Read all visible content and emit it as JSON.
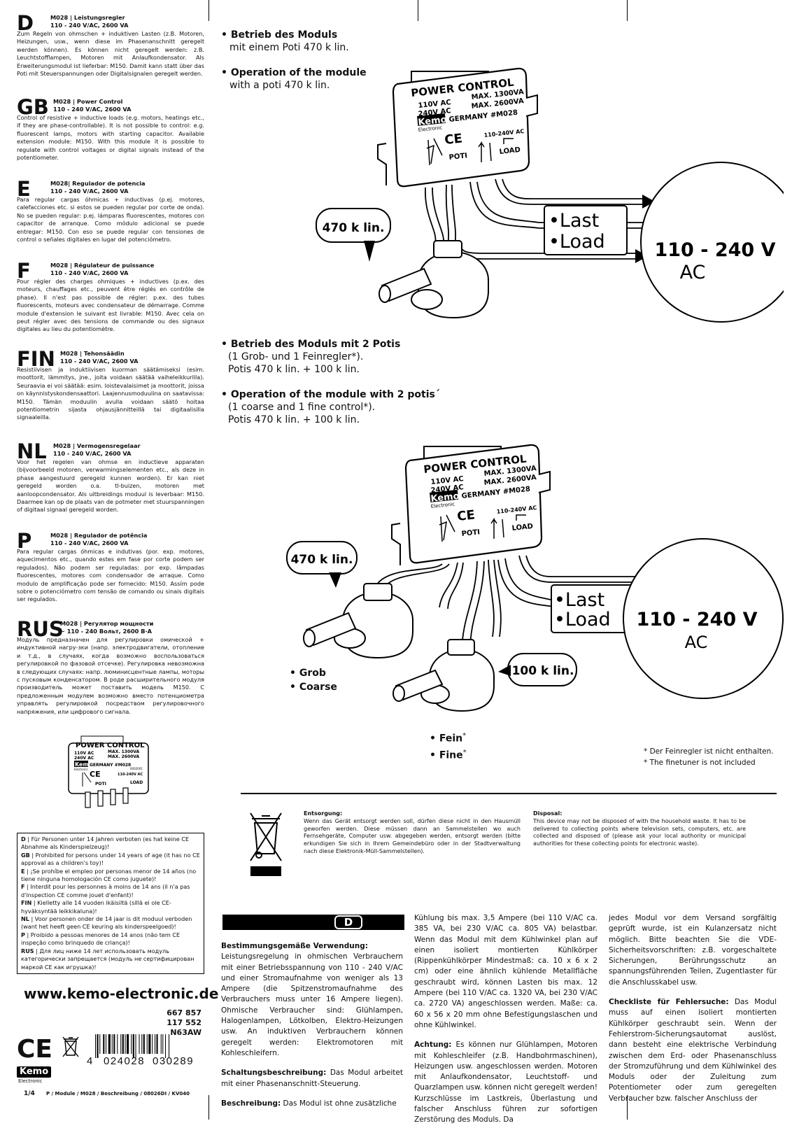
{
  "languages": [
    {
      "code": "D",
      "title": "M028 | Leistungsregler",
      "sub": "110 - 240 V/AC, 2600 VA",
      "text": "Zum Regeln von ohmschen + induktiven Lasten (z.B. Motoren, Heizungen, usw., wenn diese im Phasenanschnitt geregelt werden können). Es können nicht geregelt werden: z.B. Leuchtstofflampen, Motoren mit Anlaufkondensator. Als Erweiterungsmodul ist lieferbar: M150. Damit kann statt über das Poti mit Steuerspannungen oder Digitalsignalen geregelt werden."
    },
    {
      "code": "GB",
      "title": "M028 | Power Control",
      "sub": "110 - 240 V/AC, 2600 VA",
      "text": "Control of resistive + inductive loads (e.g. motors, heatings etc., if they are phase-controllable). It is not possible to control: e.g. fluorescent lamps, motors with starting capacitor. Available extension module: M150. With this module it is possible to regulate with control voltages or digital signals instead of the potentiometer."
    },
    {
      "code": "E",
      "title": "M028| Regulador de potencia",
      "sub": "110 - 240 V/AC, 2600 VA",
      "text": "Para regular cargas óhmicas + inductivas (p.ej. motores, calefacciones etc. si estos se pueden regular por corte de onda). No se pueden regular: p.ej. lámparas fluorescentes, motores con capacitor de arranque. Como módulo adicional se puede entregar: M150. Con eso se puede regular con tensiones de control o señales digitales en lugar del potenciómetro."
    },
    {
      "code": "F",
      "title": "M028 | Régulateur de puissance",
      "sub": "110 - 240 V/AC, 2600 VA",
      "text": "Pour régler des charges ohmiques + inductives (p.ex. des moteurs, chauffages etc., peuvent être réglés en contrôle de phase). Il n'est pas possible de régler: p.ex. des tubes fluorescents, moteurs avec condensateur de démarrage. Comme module d'extension le suivant est livrable: M150. Avec cela on peut régler avec des tensions de commande ou des signaux digitales au lieu du potentiomètre."
    },
    {
      "code": "FIN",
      "title": "M028 | Tehonsäädin",
      "sub": "110 - 240 V/AC, 2600 VA",
      "text": "Resistiivisen ja induktiivisen kuorman säätämiseksi (esim. moottorit, lämmitys, jne., joita voidaan säätää vaiheleikkurilla). Seuraavia ei voi säätää: esim. loistevalaisimet ja moottorit, joissa on käynnistyskondensaattori. Laajennusmoduulina on saatavissa: M150. Tämän moduulin avulla voidaan säätö hoitaa potentiometrin sijasta ohjausjännitteillä tai digitaalisilla signaaleilla."
    },
    {
      "code": "NL",
      "title": "M028 | Vermogensregelaar",
      "sub": "110 - 240 V/AC, 2600 VA",
      "text": "Voor het regelen van ohmse en inductieve apparaten (bijvoorbeeld motoren, verwarmingselementen etc., als deze in phase aangestuurd geregeld kunnen worden). Er kan niet geregeld worden o.a. tl-buizen, motoren met aanloopcondensator. Als uitbreidings moduul is leverbaar: M150. Daarmee kan op de plaats van de potmeter met stuurspanningen of digitaal signaal geregeld worden."
    },
    {
      "code": "P",
      "title": "M028 | Regulador de potência",
      "sub": "110 - 240 V/AC, 2600 VA",
      "text": "Para regular cargas óhmicas e indutivas (por. exp. motores, aquecimentos etc., quando estes em fase por corte podem ser regulados). Não podem ser reguladas: por exp. lâmpadas fluorescentes, motores com condensador de arraque. Como modulo de amplificação pode ser fornecido: M150. Assím pode sobre o potenciómetro com tensão de comando ou sinais digitais ser regulados."
    },
    {
      "code": "RUS",
      "title": "M028 | Регулятор мощности",
      "sub": "~ 110 - 240 Вольт, 2600 В·А",
      "text": "Модуль предназначен для регулировки омической + индуктивной нагру-зки (напр. электродвигатели, отопление и т.д., в случаях, когда возможно воспользоваться регулировкой по фазовой отсечке). Регулировка невозможна в следующих случаях: напр. люминисцентные лампы, моторы с пусковым конденсатором. В роде расширительного модуля производитель может поставить модель M150. С предложенным модулем возможно вместо потенциометра управлять регулировкой посредством регулировочного напряжения, или цифрового сигнала."
    }
  ],
  "warnings": [
    {
      "code": "D",
      "text": " | Für Personen unter 14 Jahren verboten (es hat keine CE Abnahme als Kinderspielzeug)!"
    },
    {
      "code": "GB",
      "text": " | Prohibited for persons under 14 years of age (it has no CE approval as a children's toy)!"
    },
    {
      "code": "E",
      "text": " | ¡Se prohíbe el empleo por personas menor de 14 años (no tiene ninguna homologación CE como juguete)!"
    },
    {
      "code": "F",
      "text": " | Interdit pour les personnes à moins de 14 ans (il n'a pas d'inspection CE comme jouet d'enfant)!"
    },
    {
      "code": "FIN",
      "text": " | Kielletty alle 14 vuoden ikäisiltä (sillä ei ole CE-hyväksyntää leikkikaluna)!"
    },
    {
      "code": "NL",
      "text": " | Voor personen onder de 14 jaar is dit moduul verboden (want het heeft geen CE keuring als kinderspeelgoed)!"
    },
    {
      "code": "P",
      "text": " | Proibido a pessoas menores de 14 anos (não tem CE inspeção como brinquedo de criança)!"
    },
    {
      "code": "RUS",
      "text": " | Для лиц ниже 14 лет использовать модуль категорически запрещается (модуль не сертифицирован маркой CE как игрушка)!"
    }
  ],
  "website": "www.kemo-electronic.de",
  "order_numbers": [
    "667 857",
    "117 552",
    "N63AW"
  ],
  "barcode": {
    "first": "4",
    "left": "024028",
    "right": "030289"
  },
  "footer": {
    "page": "1/4",
    "ref": "P / Module / M028 / Beschreibung / 08026DI / KV040"
  },
  "module": {
    "title": "POWER CONTROL",
    "v110": "110V AC",
    "v240": "240V AC",
    "max1": "MAX. 1300VA",
    "max2": "MAX. 2600VA",
    "brand": "Kemo",
    "brand_sub": "Electronic",
    "country": "GERMANY #M028",
    "range": "110-240V AC",
    "poti": "POTI",
    "load": "LOAD",
    "ce": "CE",
    "small_serial": "0002001"
  },
  "section1": {
    "de_title": "• Betrieb des Moduls",
    "de_sub": "mit einem Poti 470 k lin.",
    "en_title": "• Operation of the module",
    "en_sub": "with a poti 470 k lin."
  },
  "section2": {
    "de_title": "• Betrieb des Moduls mit 2 Potis",
    "de_sub1": "(1 Grob- und 1 Feinregler*).",
    "de_sub2": "Potis 470 k lin. + 100 k lin.",
    "en_title": "• Operation of the module with 2 potis´",
    "en_sub1": "(1 coarse and 1 fine control*).",
    "en_sub2": "Potis 470 k lin. + 100 k lin."
  },
  "diagram": {
    "poti470": "470 k lin.",
    "poti100": "100 k lin.",
    "last": "•Last",
    "load": "•Load",
    "voltage": "110 - 240 V",
    "ac": "AC",
    "grob": "• Grob",
    "coarse": "• Coarse",
    "fein": "• Fein",
    "fine": "• Fine",
    "star": "*"
  },
  "footnotes": [
    "* Der Feinregler ist nicht enthalten.",
    "* The finetuner is not included"
  ],
  "disposal": {
    "de_title": "Entsorgung:",
    "de_text": "Wenn das Gerät entsorgt werden soll, dürfen diese nicht in den Hausmüll geworfen werden. Diese müssen dann an Sammelstellen wo auch Fernsehgeräte, Computer usw. abgegeben werden, entsorgt werden (bitte erkundigen Sie sich in Ihrem Gemeindebüro oder in der Stadtverwaltung nach diese Elektronik-Müll-Sammelstellen).",
    "en_title": "Disposal:",
    "en_text": "This device may not be disposed of with the household waste. It has to be delivered to collecting points where television sets, computers, etc. are collected and disposed of (please ask your local authority or municipal authorities for these collecting points for electronic waste)."
  },
  "german": {
    "badge": "D",
    "use_title": "Bestimmungsgemäße Verwendung:",
    "use_text": "Leistungsregelung in ohmischen Verbrauchern mit einer Betriebsspannung von 110 - 240 V/AC und einer Stromaufnahme von weniger als 13 Ampere (die Spitzenstromaufnahme des Verbrauchers muss unter 16 Ampere liegen). Ohmische Verbraucher sind: Glühlampen, Halogenlampen, Lötkolben, Elektro-Heizungen usw. An induktiven Verbrauchern können geregelt werden: Elektromotoren mit Kohleschleifern.",
    "circuit_title": "Schaltungsbeschreibung:",
    "circuit_text": " Das Modul arbeitet mit einer Phasenanschnitt-Steuerung.",
    "desc_title": "Beschreibung:",
    "desc_text": " Das Modul ist ohne zusätzliche",
    "col2_text": "Kühlung bis max. 3,5 Ampere (bei 110 V/AC ca. 385 VA, bei 230 V/AC ca. 805 VA) belastbar. Wenn das Modul mit dem Kühlwinkel plan auf einen isoliert montierten Kühlkörper (Rippenkühlkörper Mindestmaß: ca. 10 x 6 x 2 cm) oder eine ähnlich kühlende Metallfläche geschraubt wird, können Lasten bis max. 12 Ampere (bei 110 V/AC ca. 1320 VA, bei 230 V/AC ca. 2720 VA) angeschlossen werden. Maße: ca. 60 x 56 x 20 mm ohne Befestigungslaschen und ohne Kühlwinkel.",
    "attention_title": "Achtung:",
    "attention_text": " Es können nur Glühlampen, Motoren mit Kohleschleifer (z.B. Handbohrmaschinen), Heizungen usw. angeschlossen werden. Motoren mit Anlaufkondensator, Leuchtstoff- und Quarzlampen usw. können nicht geregelt werden! Kurzschlüsse im Lastkreis, Überlastung und falscher Anschluss führen zur sofortigen Zerstörung des Moduls. Da",
    "col3_text": "jedes Modul vor dem Versand sorgfältig geprüft wurde, ist ein Kulanzersatz nicht möglich. Bitte beachten Sie die VDE-Sicherheitsvorschriften: z.B. vorgeschaltete Sicherungen, Berührungsschutz an spannungsführenden Teilen, Zugentlaster für die Anschlusskabel usw.",
    "check_title": "Checkliste für Fehlersuche:",
    "check_text": " Das Modul muss auf einen isoliert montierten Kühlkörper geschraubt sein. Wenn der Fehlerstrom-Sicherungsautomat auslöst, dann besteht eine elektrische Verbindung zwischen dem Erd- oder Phasenanschluss der Stromzuführung und dem Kühlwinkel des Moduls oder der Zuleitung zum Potentiometer oder zum geregelten Verbraucher bzw. falscher Anschluss der"
  }
}
